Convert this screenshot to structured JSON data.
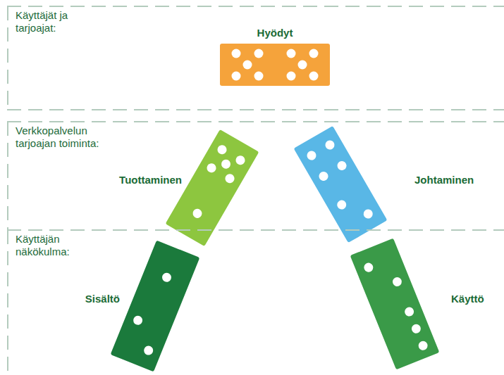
{
  "diagram": {
    "nodes": [
      {
        "text": [
          "Käyttäjät ja tarjoajat:"
        ]
      },
      {
        "text": [
          "Hyödyt"
        ],
        "in": 0
      },
      {
        "text": [
          "Verkkopalvelun tarjoajan toiminta:"
        ]
      },
      {
        "text": [
          "Tuottaminen"
        ],
        "in": 2
      },
      {
        "text": [
          "Johtaminen"
        ],
        "in": 2
      },
      {
        "text": [
          "Käyttäjän näkökulma:"
        ]
      },
      {
        "text": [
          "Sisältö"
        ],
        "in": 5
      },
      {
        "text": [
          "Käyttö"
        ],
        "in": 5
      }
    ]
  }
}
